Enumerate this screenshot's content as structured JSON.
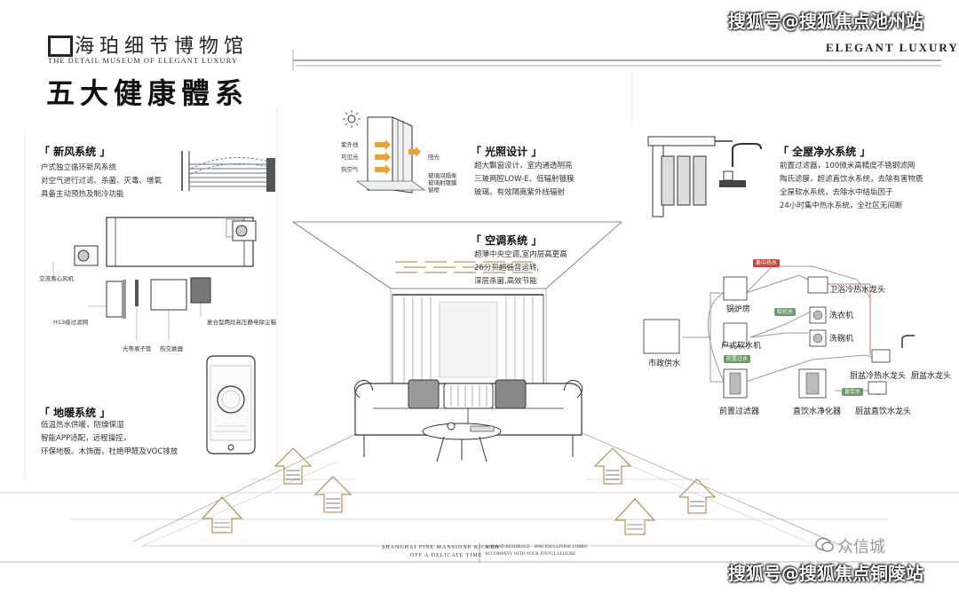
{
  "header": {
    "brand_cn": "海珀细节博物馆",
    "brand_en": "THE DETAIL MUSEUM OF ELEGANT LUXURY",
    "title": "五大健康體系",
    "elegant": "ELEGANT LUXURY"
  },
  "watermarks": {
    "top": "搜狐号@搜狐焦点池州站",
    "bottom": "搜狐号@搜狐焦点铜陵站",
    "wechat": "众信城"
  },
  "fresh_air": {
    "title": "「 新风系统 」",
    "lines": [
      "户式独立循环新风系统",
      "对空气进行过滤、杀菌、灭毒、增氧",
      "具备主动预热及制冷功能"
    ],
    "labels": {
      "fan": "交流离心风机",
      "filter": "H13级过滤网",
      "ion": "光等离子管",
      "exchanger": "热交换器",
      "composite": "复合型两段高压静电除尘箱"
    }
  },
  "floor_heating": {
    "title": "「 地暖系统 」",
    "lines": [
      "低温热水供暖，防燥保湿",
      "智能APP适配，远程操控，",
      "环保地板、木饰面，杜绝甲醛及VOC排放"
    ]
  },
  "lighting": {
    "title": "「 光照设计 」",
    "lines": [
      "超大飘窗设计，室内通透明亮",
      "三玻两腔LOW-E、低辐射镀膜",
      "玻璃，有效隔离紫外线辐射"
    ],
    "labels": [
      "紫外线",
      "可见光",
      "热空气",
      "阳光",
      "玻璃间隔条",
      "玻璃射镀膜",
      "窗框"
    ]
  },
  "aircon": {
    "title": "「 空调系统 」",
    "lines": [
      "超薄中央空调,室内层高更高",
      "26分贝超低音运转,",
      "深层杀菌,高效节能"
    ]
  },
  "water": {
    "title": "「 全屋净水系统 」",
    "lines": [
      "前置过滤器，100微米高精度不锈钢滤网",
      "陶氏滤膜，超滤直饮水系统，去除有害物质",
      "全屋软水系统，去除水中结垢因子",
      "24小时集中热水系统，全社区无间断"
    ],
    "nodes": {
      "boiler": "锅炉房",
      "softener": "户式软水机",
      "city": "市政供水",
      "prefilter": "前置过滤器",
      "purifier": "直饮水净化器",
      "bath_tap": "卫浴冷热水龙头",
      "washer": "洗衣机",
      "dishwasher": "洗碗机",
      "kitchen_tap": "厨盆冷热水龙头",
      "basin_tap": "厨盆水龙头",
      "drink_tap": "厨盆直饮水龙头"
    },
    "pills": {
      "hot": "集中热水",
      "soft": "软化水",
      "filtered": "前置过水",
      "drink": "直饮水"
    }
  },
  "bottom": {
    "en1": "SHANGHAI FINE MANSIONE KICKED",
    "en2": "OFF A DELICATE TIME",
    "en3": "A GRAND RESIDENCE · SPACIOUS LIVING LOBBY",
    "en4": "ACCOMPANY WITH YOUR JOYFUL LEISURE"
  },
  "colors": {
    "accent_red": "#c1493c",
    "accent_green": "#6a9a6a",
    "gold": "#b89a5e",
    "line": "#333333"
  }
}
